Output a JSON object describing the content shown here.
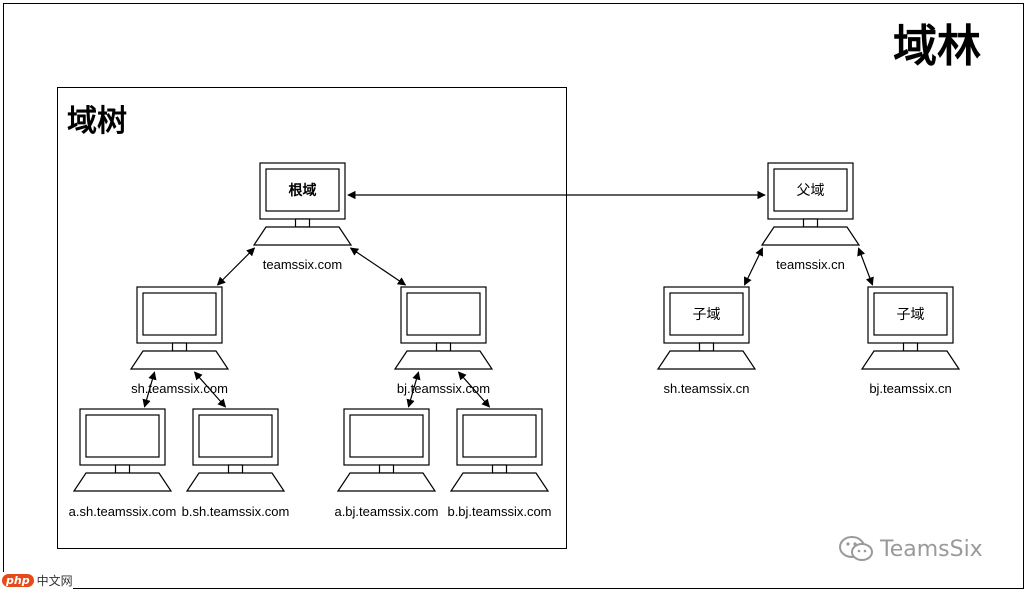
{
  "forest": {
    "title": "域林"
  },
  "tree": {
    "title": "域树"
  },
  "nodes": {
    "root": {
      "screen_label": "根域",
      "domain": "teamssix.com"
    },
    "sh": {
      "screen_label": "",
      "domain": "sh.teamssix.com"
    },
    "bj": {
      "screen_label": "",
      "domain": "bj.teamssix.com"
    },
    "a_sh": {
      "screen_label": "",
      "domain": "a.sh.teamssix.com"
    },
    "b_sh": {
      "screen_label": "",
      "domain": "b.sh.teamssix.com"
    },
    "a_bj": {
      "screen_label": "",
      "domain": "a.bj.teamssix.com"
    },
    "b_bj": {
      "screen_label": "",
      "domain": "b.bj.teamssix.com"
    },
    "parent": {
      "screen_label": "父域",
      "domain": "teamssix.cn"
    },
    "child_sh": {
      "screen_label": "子域",
      "domain": "sh.teamssix.cn"
    },
    "child_bj": {
      "screen_label": "子域",
      "domain": "bj.teamssix.cn"
    }
  },
  "links": [
    [
      "root",
      "sh"
    ],
    [
      "root",
      "bj"
    ],
    [
      "root",
      "parent"
    ],
    [
      "sh",
      "a_sh"
    ],
    [
      "sh",
      "b_sh"
    ],
    [
      "bj",
      "a_bj"
    ],
    [
      "bj",
      "b_bj"
    ],
    [
      "parent",
      "child_sh"
    ],
    [
      "parent",
      "child_bj"
    ]
  ],
  "watermark": {
    "text": "TeamsSix",
    "icon": "wechat-icon"
  },
  "badge": {
    "php": "php",
    "cn": "中文网"
  }
}
